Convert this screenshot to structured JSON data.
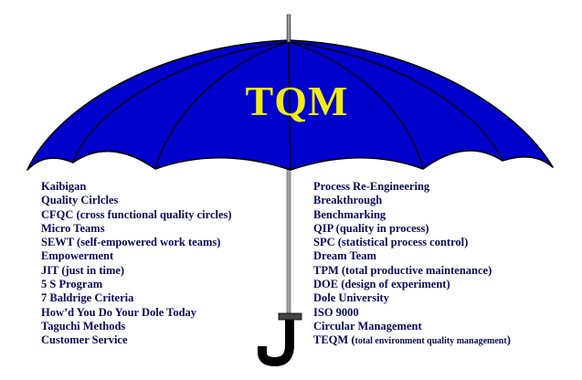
{
  "title": "TQM",
  "colors": {
    "canopy": "#0000cc",
    "title": "#f0ec14",
    "text": "#0a0a5a",
    "handle": "#000000",
    "shaft": "#a0a0a0"
  },
  "left_items": [
    "Kaibigan",
    "Quality Cirlcles",
    "CFQC (cross functional quality circles)",
    "Micro Teams",
    "SEWT (self-empowered work teams)",
    "Empowerment",
    "JIT (just in time)",
    "5 S Program",
    "7 Baldrige Criteria",
    "How’d You Do Your Dole Today",
    "Taguchi Methods",
    "Customer Service"
  ],
  "right_items": [
    "Process Re-Engineering",
    "Breakthrough",
    "Benchmarking",
    "QIP (quality in process)",
    "SPC (statistical process control)",
    "Dream Team",
    "TPM  (total productive maintenance)",
    "DOE (design of experiment)",
    "Dole University",
    "ISO 9000",
    "Circular Management"
  ],
  "last_right_item": {
    "main": "TEQM (",
    "detail": "total environment quality management",
    "close": ")"
  }
}
